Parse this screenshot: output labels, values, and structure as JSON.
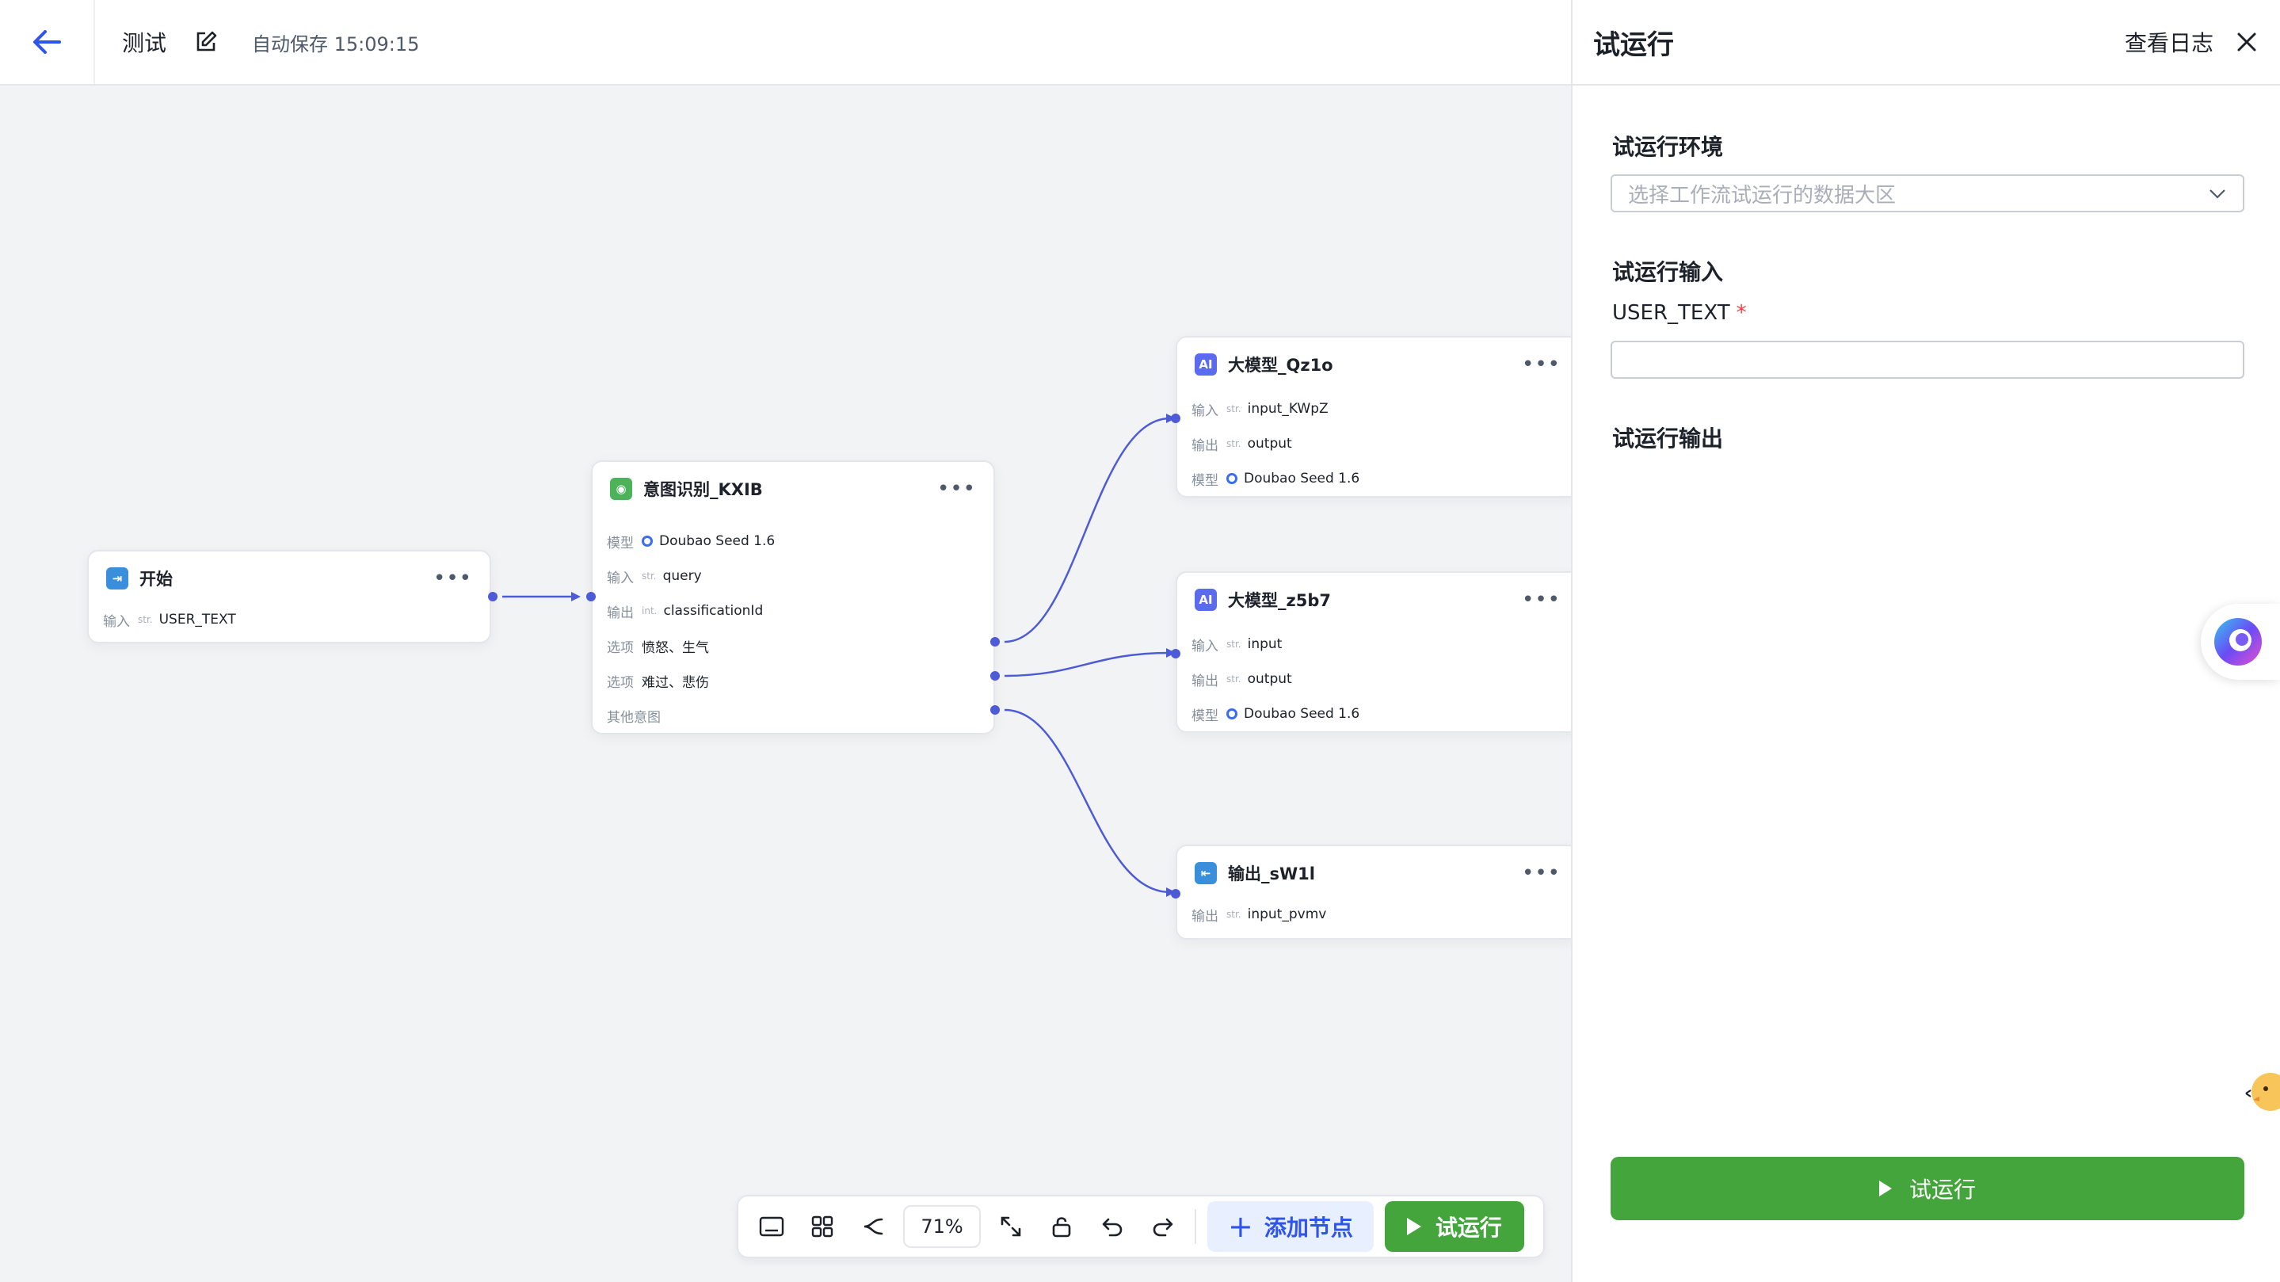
{
  "header": {
    "title": "测试",
    "autosave": "自动保存 15:09:15"
  },
  "nodes": {
    "start": {
      "title": "开始",
      "rows": [
        {
          "label": "输入",
          "type": "str.",
          "value": "USER_TEXT"
        }
      ]
    },
    "intent": {
      "title": "意图识别_KXIB",
      "model_label": "模型",
      "model": "Doubao Seed 1.6",
      "input_label": "输入",
      "input_type": "str.",
      "input": "query",
      "output_label": "输出",
      "output_type": "int.",
      "output": "classificationId",
      "option_label": "选项",
      "option1": "愤怒、生气",
      "option2": "难过、悲伤",
      "other": "其他意图"
    },
    "llm1": {
      "title": "大模型_Qz1o",
      "input_label": "输入",
      "input_type": "str.",
      "input": "input_KWpZ",
      "output_label": "输出",
      "output_type": "str.",
      "output": "output",
      "model_label": "模型",
      "model": "Doubao Seed 1.6"
    },
    "llm2": {
      "title": "大模型_z5b7",
      "input_label": "输入",
      "input_type": "str.",
      "input": "input",
      "output_label": "输出",
      "output_type": "str.",
      "output": "output",
      "model_label": "模型",
      "model": "Doubao Seed 1.6"
    },
    "output": {
      "title": "输出_sW1l",
      "output_label": "输出",
      "output_type": "str.",
      "output": "input_pvmv"
    }
  },
  "toolbar": {
    "zoom": "71%",
    "add_node": "添加节点",
    "run": "试运行"
  },
  "panel": {
    "title": "试运行",
    "view_log": "查看日志",
    "env_label": "试运行环境",
    "env_placeholder": "选择工作流试运行的数据大区",
    "input_section": "试运行输入",
    "field_name": "USER_TEXT",
    "field_required": "*",
    "output_section": "试运行输出",
    "run_button": "试运行"
  },
  "colors": {
    "accent_blue": "#2f54eb",
    "run_green": "#43a53b",
    "edge": "#4e5bd6"
  }
}
